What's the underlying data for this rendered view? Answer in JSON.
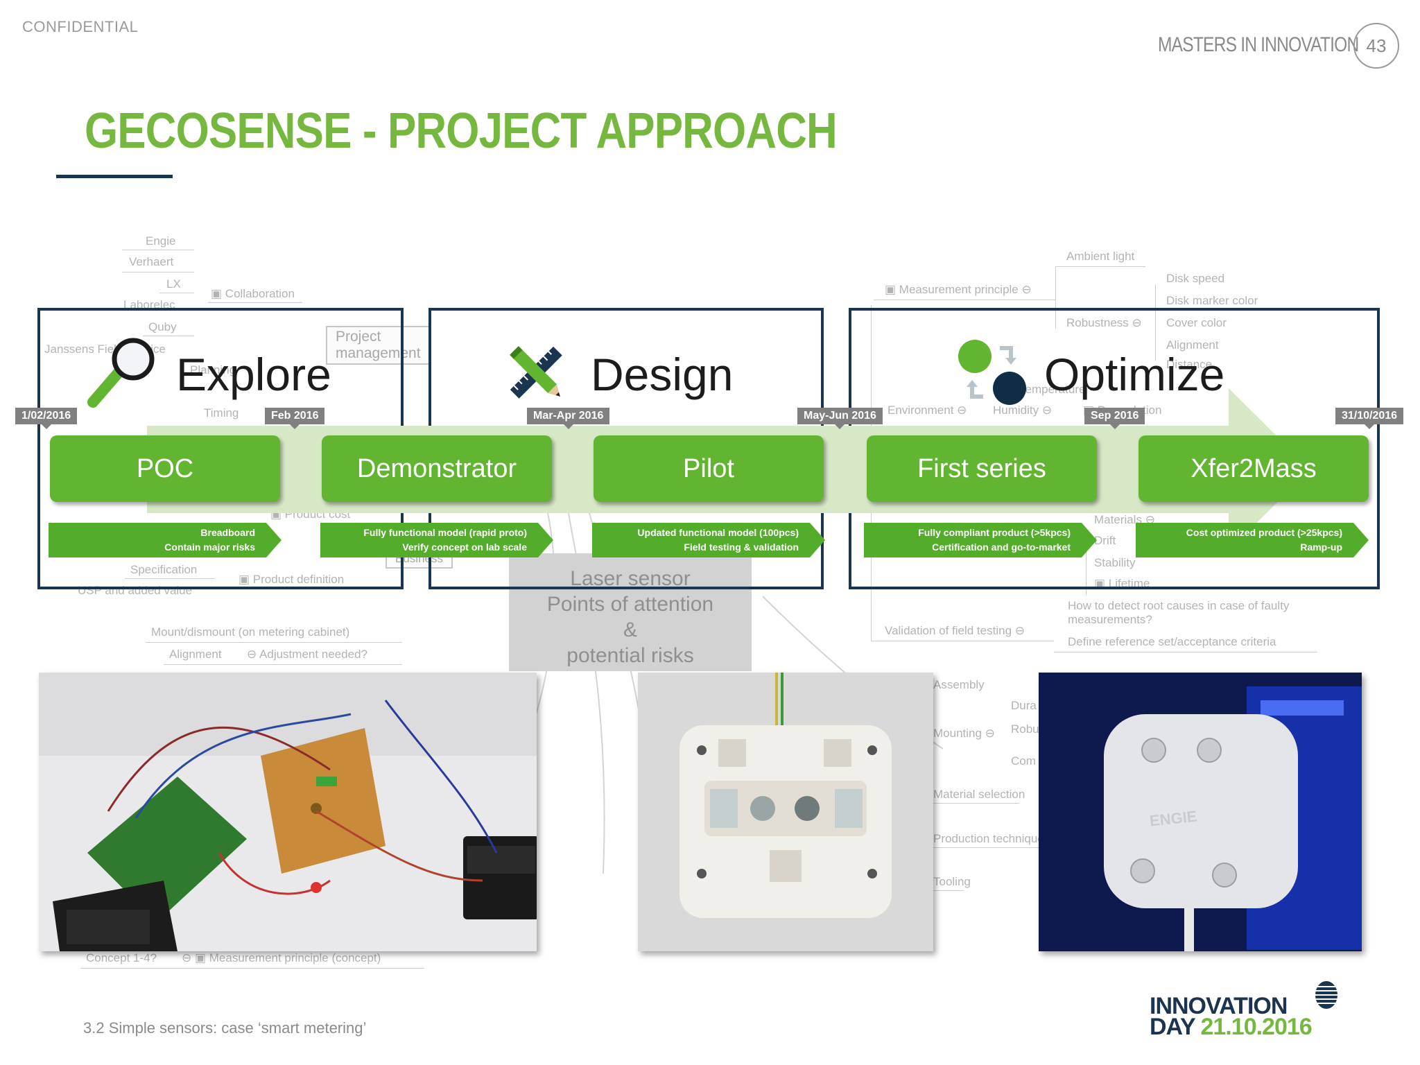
{
  "header": {
    "confidential": "CONFIDENTIAL",
    "masters": "MASTERS IN INNOVATION",
    "page_number": "43"
  },
  "title": "GECOSENSE - PROJECT APPROACH",
  "background_mindmap": {
    "left_items": [
      "Engie",
      "Verhaert",
      "LX",
      "Laborelec",
      "Quby",
      "Janssens Field Service"
    ],
    "collaboration": "Collaboration",
    "project_management": "Project management",
    "planning": "Planning",
    "timing": "Timing",
    "product_cost": "Product cost",
    "specification": "Specification",
    "product_definition": "Product definition",
    "usp": "USP and added value",
    "business": "Business",
    "mount": "Mount/dismount (on metering cabinet)",
    "alignment": "Alignment",
    "adjustment": "Adjustment needed?",
    "concept": "Concept 1-4?",
    "measurement_concept": "Measurement principle (concept)",
    "risk_box": [
      "Laser sensor",
      "Points of attention",
      "&",
      "potential risks"
    ],
    "right_items": {
      "ambient_light": "Ambient light",
      "measurement_principle": "Measurement principle",
      "disk_speed": "Disk speed",
      "disk_marker": "Disk marker color",
      "robustness": "Robustness",
      "cover_color": "Cover color",
      "alignment": "Alignment",
      "distance": "Distance",
      "environment": "Environment",
      "humidity": "Humidity",
      "temperature": "Temperature",
      "degradation": "Degradation",
      "materials": "Materials",
      "drift": "Drift",
      "stability": "Stability",
      "lifetime": "Lifetime",
      "root_causes": "How to detect root causes in case of faulty measurements?",
      "validation": "Validation of field testing",
      "reference": "Define reference set/acceptance criteria",
      "assembly": "Assembly",
      "durability": "Dura",
      "mounting": "Mounting",
      "robust": "Robu",
      "comp": "Com",
      "material_selection": "Material selection",
      "production": "Production technique",
      "tooling": "Tooling"
    }
  },
  "phases": [
    {
      "label": "Explore",
      "icon": "magnifier-icon"
    },
    {
      "label": "Design",
      "icon": "pencil-ruler-icon"
    },
    {
      "label": "Optimize",
      "icon": "cycle-icon"
    }
  ],
  "timeline": {
    "dates": [
      "1/02/2016",
      "Feb 2016",
      "Mar-Apr 2016",
      "May-Jun 2016",
      "Sep 2016",
      "31/10/2016"
    ],
    "stages": [
      "POC",
      "Demonstrator",
      "Pilot",
      "First series",
      "Xfer2Mass"
    ],
    "descriptions": [
      [
        "Breadboard",
        "Contain major risks"
      ],
      [
        "Fully functional model (rapid proto)",
        "Verify concept on lab scale"
      ],
      [
        "Updated functional model (100pcs)",
        "Field testing & validation"
      ],
      [
        "Fully compliant product (>5kpcs)",
        "Certification and go-to-market"
      ],
      [
        "Cost optimized product (>25kpcs)",
        "Ramp-up"
      ]
    ]
  },
  "photos": {
    "right_brand": "ENGIE"
  },
  "footer": {
    "section": "3.2 Simple sensors: case ‘smart metering’",
    "logo_line1": "INNOVATION",
    "logo_day": "DAY",
    "logo_date": "21.10.2016"
  },
  "colors": {
    "green": "#76b83f",
    "stage_green": "#62b530",
    "navy": "#1b3550",
    "arrow_band": "#d6e8c6",
    "date_grey": "#808080"
  }
}
